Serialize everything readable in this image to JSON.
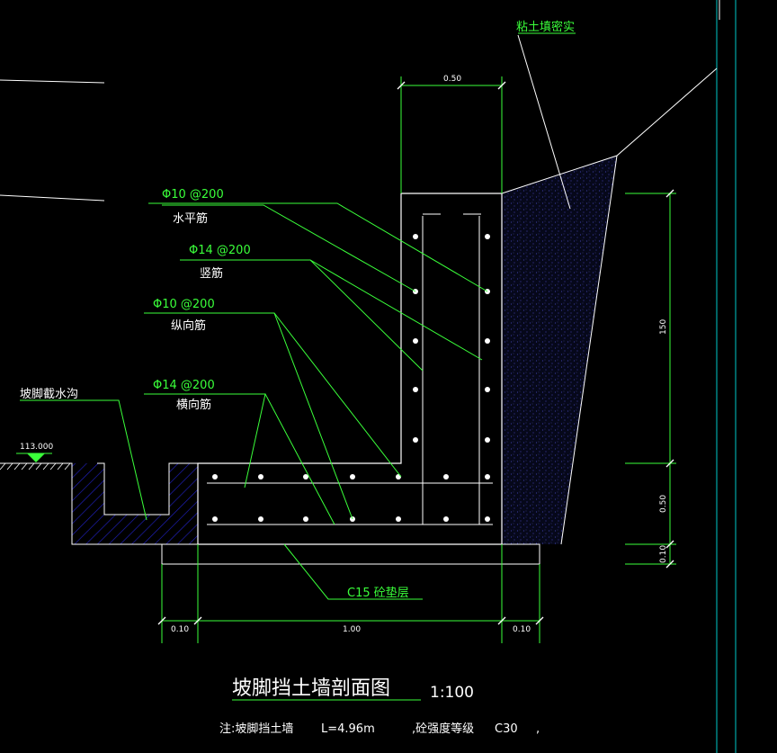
{
  "title": "坡脚挡土墙剖面图",
  "scale": "1:100",
  "note": {
    "prefix": "注:坡脚挡土墙",
    "length": "L=4.96m",
    "grade_label": ",砼强度等级",
    "grade": "C30",
    "suffix": ","
  },
  "labels": {
    "backfill": "粘土填密实",
    "drain": "坡脚截水沟",
    "elevation": "113.000",
    "rebar1_spec": "Φ10 @200",
    "rebar1_name": "水平筋",
    "rebar2_spec": "Φ14 @200",
    "rebar2_name": "竖筋",
    "rebar3_spec": "Φ10 @200",
    "rebar3_name": "纵向筋",
    "rebar4_spec": "Φ14 @200",
    "rebar4_name": "横向筋",
    "bedding": "C15  砼垫层"
  },
  "dimensions": {
    "top_width": "0.50",
    "wall_height": "150",
    "base_height": "0.50",
    "bed_height": "0.10",
    "left_bed": "0.10",
    "base_width": "1.00",
    "right_bed": "0.10"
  },
  "colors": {
    "background": "#000000",
    "line": "#ffffff",
    "leader": "#3aff3a",
    "hatch": "#1a1aa8",
    "frame": "#00c8c8"
  }
}
